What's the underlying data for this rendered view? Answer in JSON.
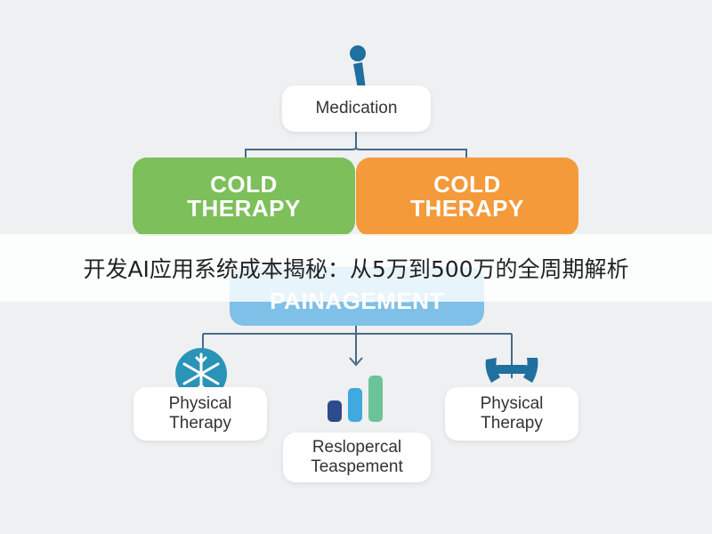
{
  "nodes": {
    "medication": "Medication",
    "cold_left": "COLD\nTHERAPY",
    "cold_right": "COLD\nTHERAPY",
    "pain_management": "PAINAGEMENT",
    "physical_left": "Physical\nTherapy",
    "resp_center": "Reslopercal\nTeaspement",
    "physical_right": "Physical\nTherapy"
  },
  "banner": {
    "title": "开发AI应用系统成本揭秘：从5万到500万的全周期解析"
  },
  "colors": {
    "green": "#7dbf5a",
    "orange": "#f59a3a",
    "blue": "#7fc0e8",
    "connector": "#4a6a8a",
    "icon_blue": "#1f6f9f"
  },
  "icons": [
    "info-icon",
    "snowflake-icon",
    "bar-chart-icon",
    "dumbbell-icon"
  ]
}
